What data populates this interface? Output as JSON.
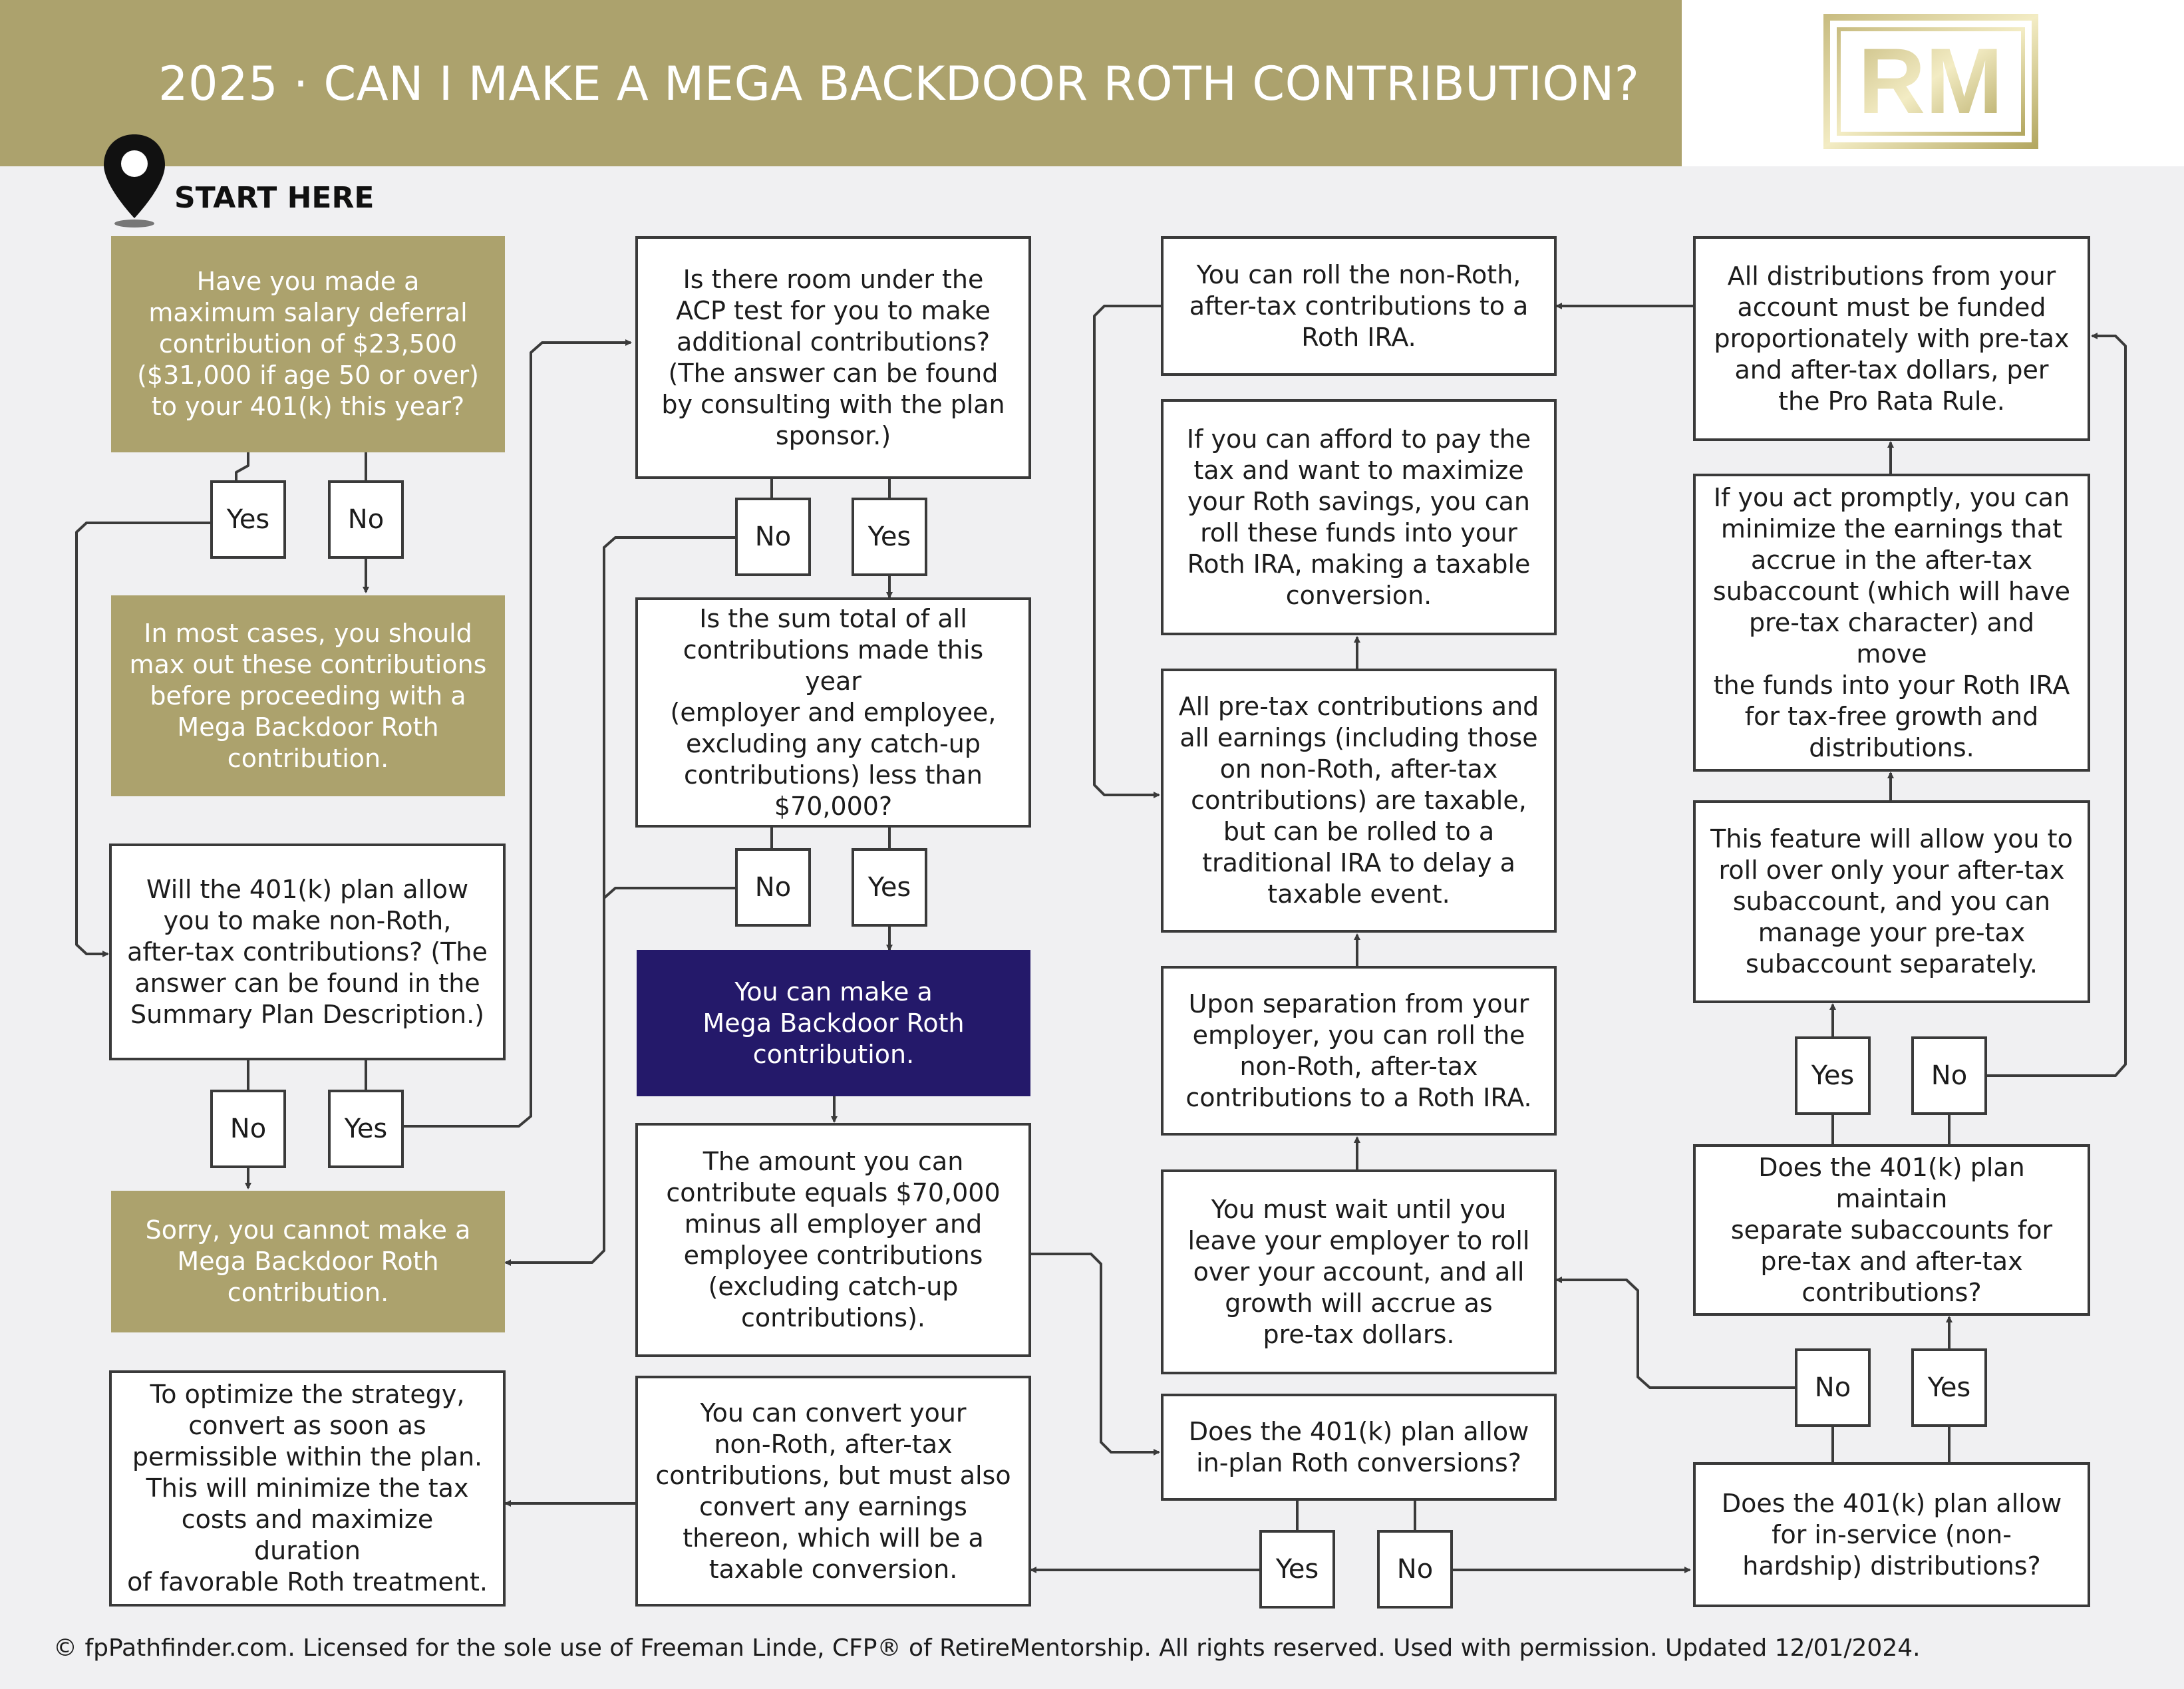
{
  "header": {
    "title": "2025 · CAN I MAKE A MEGA BACKDOOR ROTH CONTRIBUTION?",
    "logo_text": "RM"
  },
  "start": {
    "label": "START HERE"
  },
  "nodes": {
    "q_max_deferral": "Have you made a\nmaximum salary deferral\ncontribution of $23,500\n($31,000 if age 50 or over)\nto your 401(k) this year?",
    "r_max_out_first": "In most cases, you should\nmax out these contributions\nbefore proceeding with a\nMega Backdoor Roth\ncontribution.",
    "q_plan_allows_after_tax": "Will the 401(k) plan allow\nyou to make non-Roth,\nafter-tax contributions? (The\nanswer can be found in the\nSummary Plan Description.)",
    "r_sorry_cannot": "Sorry, you cannot make a\nMega Backdoor Roth\ncontribution.",
    "r_optimize": "To optimize the strategy,\nconvert as soon as\npermissible within the plan.\nThis will minimize the tax\ncosts and maximize duration\nof favorable Roth treatment.",
    "q_acp_room": "Is there room under the\nACP test for you to make\nadditional contributions?\n(The answer can be found\nby consulting with the plan\nsponsor.)",
    "q_sum_total": "Is the sum total of all\ncontributions made this year\n(employer and employee,\nexcluding any catch-up\ncontributions) less than\n$70,000?",
    "r_can_make": "You can make a\nMega Backdoor Roth\ncontribution.",
    "r_amount": "The amount you can\ncontribute equals $70,000\nminus all employer and\nemployee contributions\n(excluding catch-up\ncontributions).",
    "r_convert_earnings": "You can convert your\nnon-Roth, after-tax\ncontributions, but must also\nconvert any earnings\nthereon, which will be a\ntaxable conversion.",
    "r_roll_non_roth": "You can roll the non-Roth,\nafter-tax contributions to a\nRoth IRA.",
    "r_afford_tax": "If you can afford to pay the\ntax and want to maximize\nyour Roth savings, you can\nroll these funds into your\nRoth IRA, making a taxable\nconversion.",
    "r_pretax_taxable": "All pre-tax contributions and\nall earnings (including those\non non-Roth, after-tax\ncontributions) are taxable,\nbut can be rolled to a\ntraditional IRA to delay a\ntaxable event.",
    "r_upon_separation": "Upon separation from your\nemployer, you can roll the\nnon-Roth, after-tax\ncontributions to a Roth IRA.",
    "r_must_wait": "You must wait until you\nleave your employer to roll\nover your account, and all\ngrowth will accrue as\npre-tax dollars.",
    "q_in_plan_roth": "Does the 401(k) plan allow\nin-plan Roth conversions?",
    "r_pro_rata": "All distributions from your\naccount must be funded\nproportionately with pre-tax\nand after-tax dollars, per\nthe Pro Rata Rule.",
    "r_act_promptly": "If you act promptly, you can\nminimize the earnings that\naccrue in the after-tax\nsubaccount (which will have\npre-tax character) and move\nthe funds into your Roth IRA\nfor tax-free growth and\ndistributions.",
    "r_feature_rollover": "This feature will allow you to\nroll over only your after-tax\nsubaccount, and you can\nmanage your pre-tax\nsubaccount separately.",
    "q_subaccounts": "Does the 401(k) plan maintain\nseparate subaccounts for\npre-tax and after-tax\ncontributions?",
    "q_in_service": "Does the 401(k) plan allow\nfor in-service (non-\nhardship) distributions?"
  },
  "answers": {
    "yes": "Yes",
    "no": "No"
  },
  "footer": "© fpPathfinder.com. Licensed for the sole use of Freeman Linde, CFP® of RetireMentorship. All rights reserved. Used with permission. Updated 12/01/2024.",
  "colors": {
    "gold": "#aca26d",
    "navy": "#24196a",
    "border": "#3a3a3a",
    "background": "#f0f0f2"
  }
}
